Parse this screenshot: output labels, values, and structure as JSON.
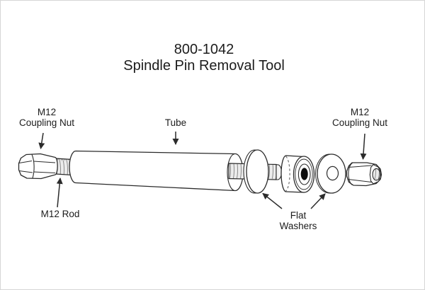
{
  "title": {
    "part_number": "800-1042",
    "product_name": "Spindle Pin Removal Tool"
  },
  "callouts": {
    "left_coupling_nut": {
      "line1": "M12",
      "line2": "Coupling Nut"
    },
    "tube": {
      "line1": "Tube"
    },
    "right_coupling_nut": {
      "line1": "M12",
      "line2": "Coupling Nut"
    },
    "m12_rod": {
      "line1": "M12 Rod"
    },
    "flat_washers": {
      "line1": "Flat",
      "line2": "Washers"
    }
  },
  "icons": {
    "callout_arrow": "solid triangular arrowhead on thin black leader line"
  },
  "colors": {
    "background": "#ffffff",
    "line": "#2b2b2b",
    "text": "#1c1c1c",
    "thread_fill": "#ececec",
    "thread_line": "#8a8a8a",
    "hole_fill": "#0d0d0d"
  }
}
